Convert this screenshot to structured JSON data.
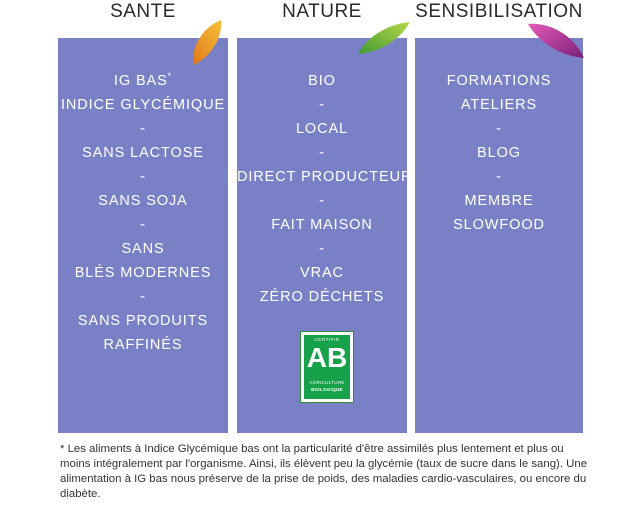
{
  "columns": [
    {
      "heading": "SANTE",
      "items": [
        "IG BAS",
        "INDICE GLYCÉMIQUE",
        "-",
        "SANS LACTOSE",
        "-",
        "SANS SOJA",
        "-",
        "SANS",
        "BLÉS MODERNES",
        "-",
        "SANS PRODUITS",
        "RAFFINÉS"
      ],
      "leaf_color": "#f0a32b"
    },
    {
      "heading": "NATURE",
      "items": [
        "BIO",
        "-",
        "LOCAL",
        "-",
        "DIRECT PRODUCTEUR",
        "-",
        "FAIT MAISON",
        "-",
        "VRAC",
        "ZÉRO DÉCHETS"
      ],
      "leaf_color": "#6fbf3a"
    },
    {
      "heading": "SENSIBILISATION",
      "items": [
        "FORMATIONS",
        "ATELIERS",
        "-",
        "BLOG",
        "-",
        "MEMBRE",
        "SLOWFOOD"
      ],
      "leaf_color": "#b8339b"
    }
  ],
  "asterisk": "*",
  "ab_logo": {
    "certified": "CERTIFIÉ",
    "letters": "AB",
    "line1": "AGRICULTURE",
    "line2": "BIOLOGIQUE"
  },
  "footnote": "* Les aliments à Indice Glycémique bas ont la particularité d'être assimilés plus lentement et plus ou moins intégralement par l'organisme. Ainsi, ils élèvent peu la glycémie (taux de sucre dans le sang). Une alimentation à IG bas nous préserve de la prise de poids, des maladies cardio-vasculaires, ou encore du diabète.",
  "colors": {
    "panel": "#7a80c5",
    "panel_text": "#ffffff",
    "heading_text": "#2a2a2a",
    "ab_green": "#16a14a"
  }
}
